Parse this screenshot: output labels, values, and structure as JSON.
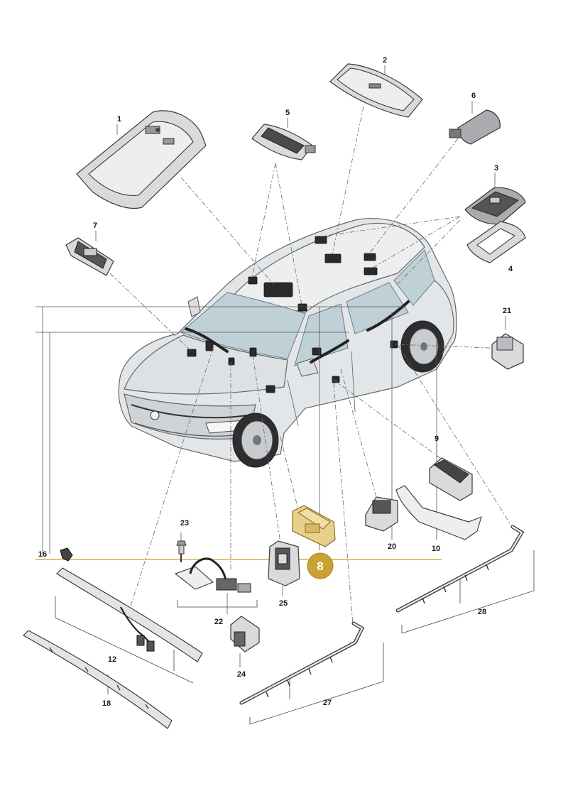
{
  "diagram": {
    "callouts": {
      "p1": "1",
      "p2": "2",
      "p3": "3",
      "p4": "4",
      "p5": "5",
      "p6": "6",
      "p7": "7",
      "p8": "8",
      "p9": "9",
      "p10": "10",
      "p12": "12",
      "p16": "16",
      "p18": "18",
      "p20": "20",
      "p21": "21",
      "p22": "22",
      "p23": "23",
      "p24": "24",
      "p25": "25",
      "p27": "27",
      "p28": "28"
    },
    "colors": {
      "highlight": "#c9a233",
      "highlight_line": "#d4b04a",
      "line": "#555555"
    }
  }
}
